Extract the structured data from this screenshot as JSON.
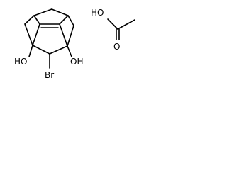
{
  "molecule_1": {
    "atoms": {
      "oh_left": "HO",
      "oh_right": "OH",
      "bromine": "Br"
    },
    "colors": {
      "bond": "#000000",
      "label": "#000000",
      "bromine": "#8b3a2a"
    }
  },
  "molecule_2": {
    "atoms": {
      "hydroxyl": "HO",
      "carbonyl_o": "O"
    },
    "colors": {
      "bond": "#000000",
      "label": "#000000"
    }
  }
}
